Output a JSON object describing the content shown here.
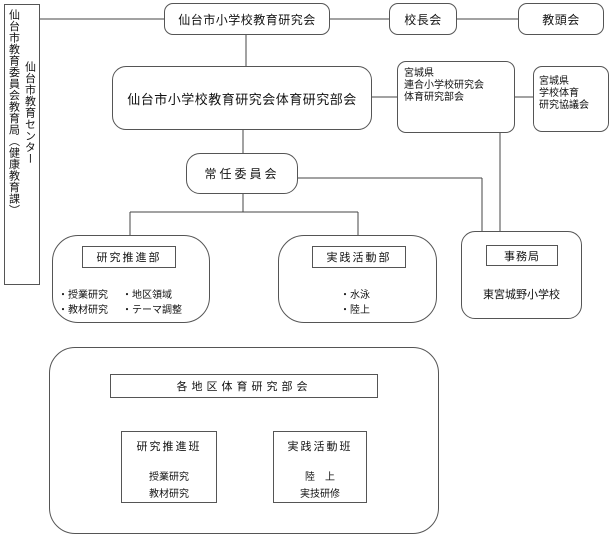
{
  "vertical_box": {
    "col1": "仙台市教育センター",
    "col2": "仙台市教育委員会教育局（健康教育課）"
  },
  "top": {
    "main": "仙台市小学校教育研究会",
    "principals": "校長会",
    "vice_principals": "教頭会"
  },
  "pe_dept": "仙台市小学校教育研究会体育研究部会",
  "miyagi_union": {
    "l1": "宮城県",
    "l2": "連合小学校研究会",
    "l3": "体育研究部会"
  },
  "miyagi_council": {
    "l1": "宮城県",
    "l2": "学校体育",
    "l3": "研究協議会"
  },
  "standing_committee": "常任委員会",
  "research": {
    "title": "研究推進部",
    "items": [
      "・授業研究",
      "・地区領域",
      "・教材研究",
      "・テーマ調整"
    ]
  },
  "practice": {
    "title": "実践活動部",
    "items": [
      "・水泳",
      "・陸上"
    ]
  },
  "secretariat": {
    "title": "事務局",
    "school": "東宮城野小学校"
  },
  "district": {
    "title": "各地区体育研究部会",
    "research_team": {
      "title": "研究推進班",
      "items": [
        "授業研究",
        "教材研究"
      ]
    },
    "practice_team": {
      "title": "実践活動班",
      "items": [
        "陸　上",
        "実技研修"
      ]
    }
  }
}
